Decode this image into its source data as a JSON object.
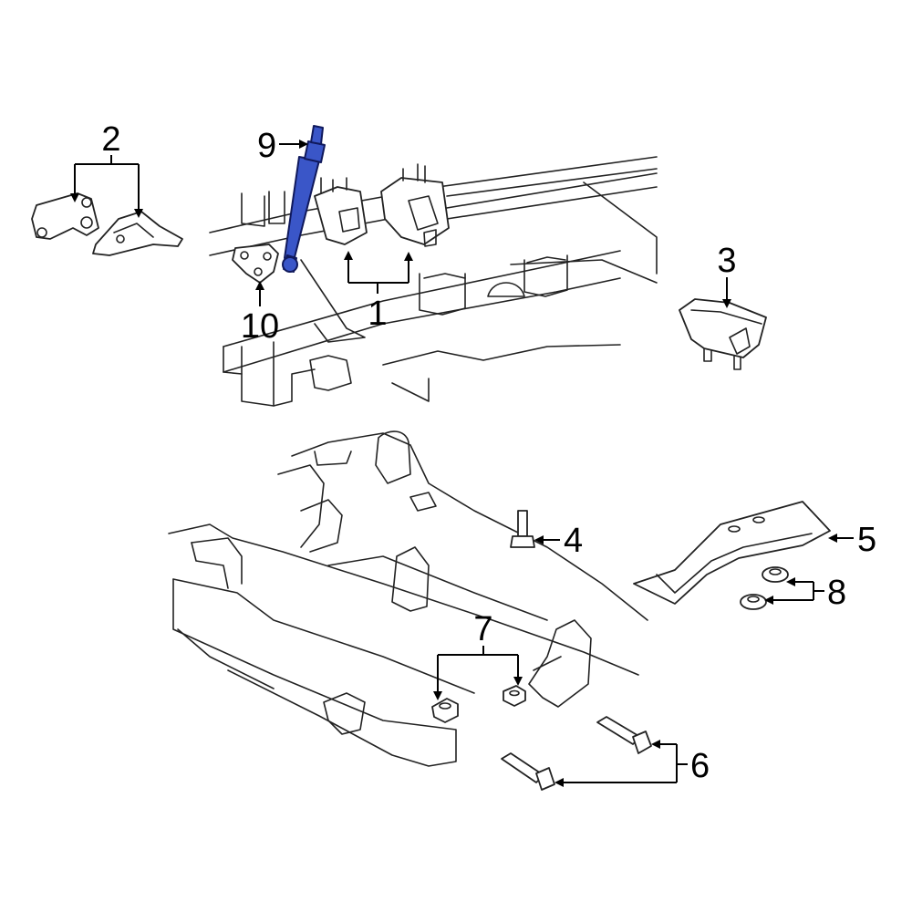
{
  "diagram": {
    "highlight_color": "#3a56c8",
    "callouts": [
      {
        "id": "1",
        "label": "1"
      },
      {
        "id": "2",
        "label": "2"
      },
      {
        "id": "3",
        "label": "3"
      },
      {
        "id": "4",
        "label": "4"
      },
      {
        "id": "5",
        "label": "5"
      },
      {
        "id": "6",
        "label": "6"
      },
      {
        "id": "7",
        "label": "7"
      },
      {
        "id": "8",
        "label": "8"
      },
      {
        "id": "9",
        "label": "9"
      },
      {
        "id": "10",
        "label": "10"
      }
    ]
  }
}
